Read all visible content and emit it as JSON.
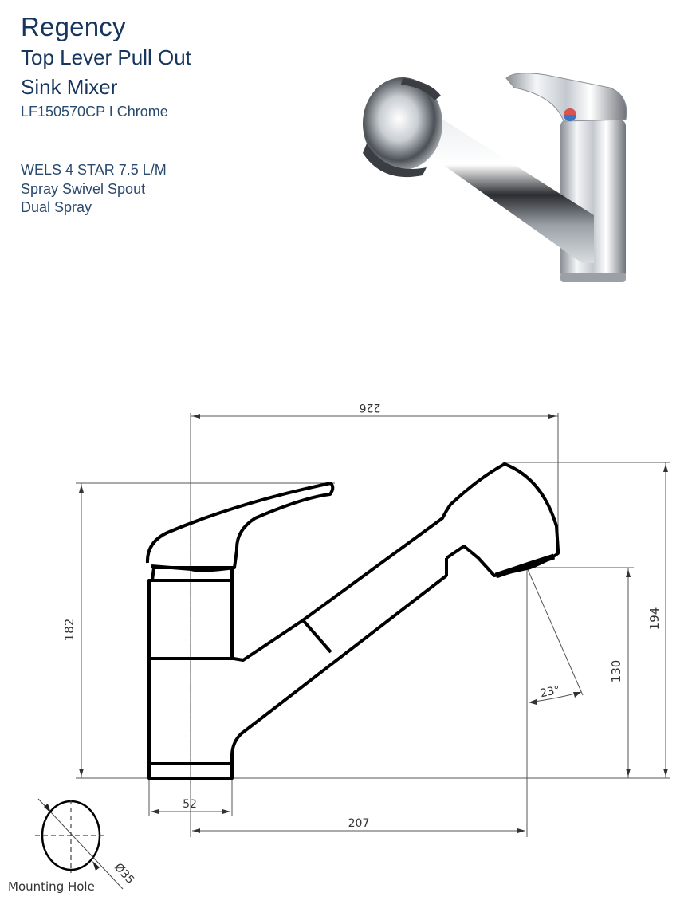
{
  "product": {
    "brand": "Regency",
    "name_line1": "Top Lever Pull Out",
    "name_line2": "Sink Mixer",
    "code_finish": "LF150570CP I Chrome"
  },
  "features": [
    "WELS 4 STAR 7.5 L/M",
    "Spray Swivel Spout",
    "Dual Spray"
  ],
  "image": {
    "alt": "chrome-pull-out-sink-mixer-photo",
    "hot_color": "#d9534f",
    "cold_color": "#3b73c8"
  },
  "drawing": {
    "dimensions": {
      "overall_reach": "226",
      "lever_height": "182",
      "overall_height": "194",
      "outlet_height": "130",
      "spray_angle": "23°",
      "base_diameter": "52",
      "spout_reach": "207",
      "mounting_hole_diameter": "Ø35"
    },
    "mounting_hole_label": "Mounting Hole"
  }
}
